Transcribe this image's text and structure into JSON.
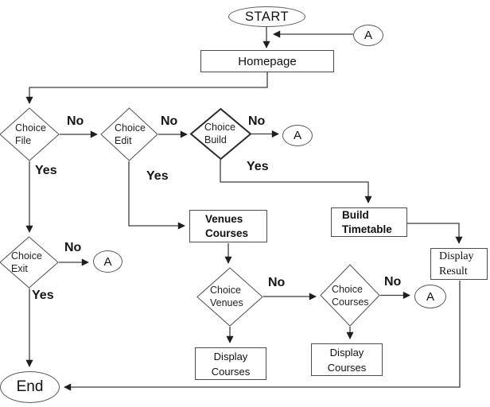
{
  "colors": {
    "background": "#ffffff",
    "line": "#3d3d3d",
    "text": "#111111"
  },
  "nodes": {
    "start": "START",
    "connector_a_top": "A",
    "homepage": "Homepage",
    "choice_file": "Choice\nFile",
    "choice_edit": "Choice\nEdit",
    "choice_build": "Choice\nBuild",
    "connector_a_build": "A",
    "venues_courses": "Venues\nCourses",
    "build_timetable": "Build\nTimetable",
    "display_result": "Display\nResult",
    "choice_exit": "Choice\nExit",
    "connector_a_exit": "A",
    "choice_venues": "Choice\nVenues",
    "choice_courses": "Choice\nCourses",
    "connector_a_courses": "A",
    "display_courses_left": "Display\nCourses",
    "display_courses_right": "Display\nCourses",
    "end": "End"
  },
  "edge_labels": {
    "file_no": "No",
    "edit_no": "No",
    "build_no": "No",
    "file_yes": "Yes",
    "edit_yes": "Yes",
    "build_yes": "Yes",
    "exit_no": "No",
    "exit_yes": "Yes",
    "venues_no": "No",
    "courses_no": "No"
  }
}
